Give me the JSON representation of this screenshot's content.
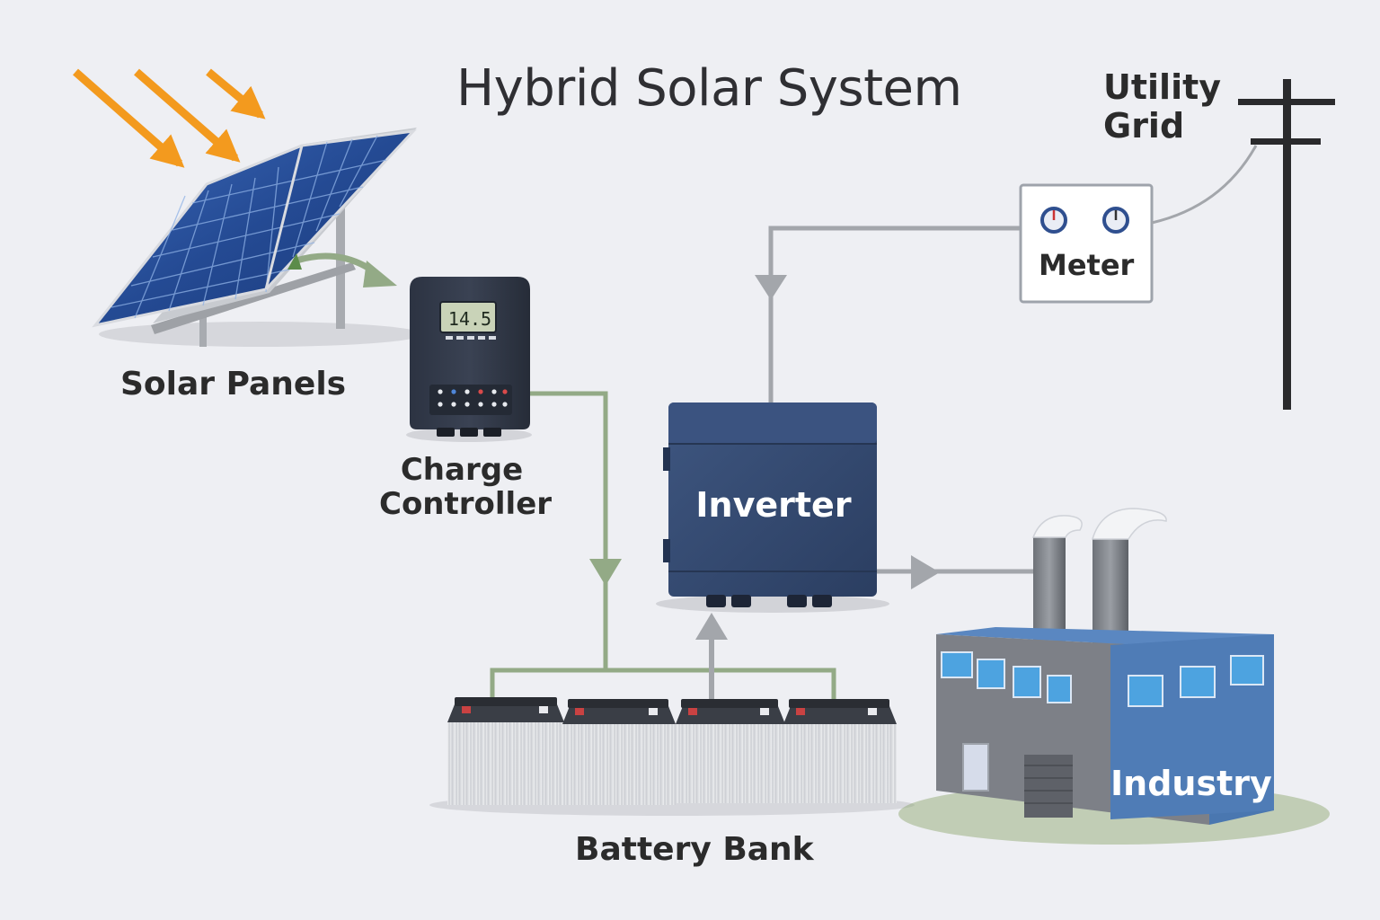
{
  "title": "Hybrid Solar System",
  "components": {
    "solar_panels": "Solar Panels",
    "charge_controller": [
      "Charge",
      "Controller"
    ],
    "controller_display": "14.5",
    "inverter": "Inverter",
    "battery_bank": "Battery Bank",
    "meter": "Meter",
    "utility_grid": [
      "Utility",
      "Grid"
    ],
    "industry": "Industry"
  },
  "colors": {
    "background": "#eeeff3",
    "sun_arrows": "#f39a1e",
    "dc_lines": "#93aa86",
    "ac_lines": "#a3a6ab",
    "inverter_body": "#34496e",
    "building_blue": "#4f7cb6",
    "panel_blue": "#2a4f9c"
  }
}
